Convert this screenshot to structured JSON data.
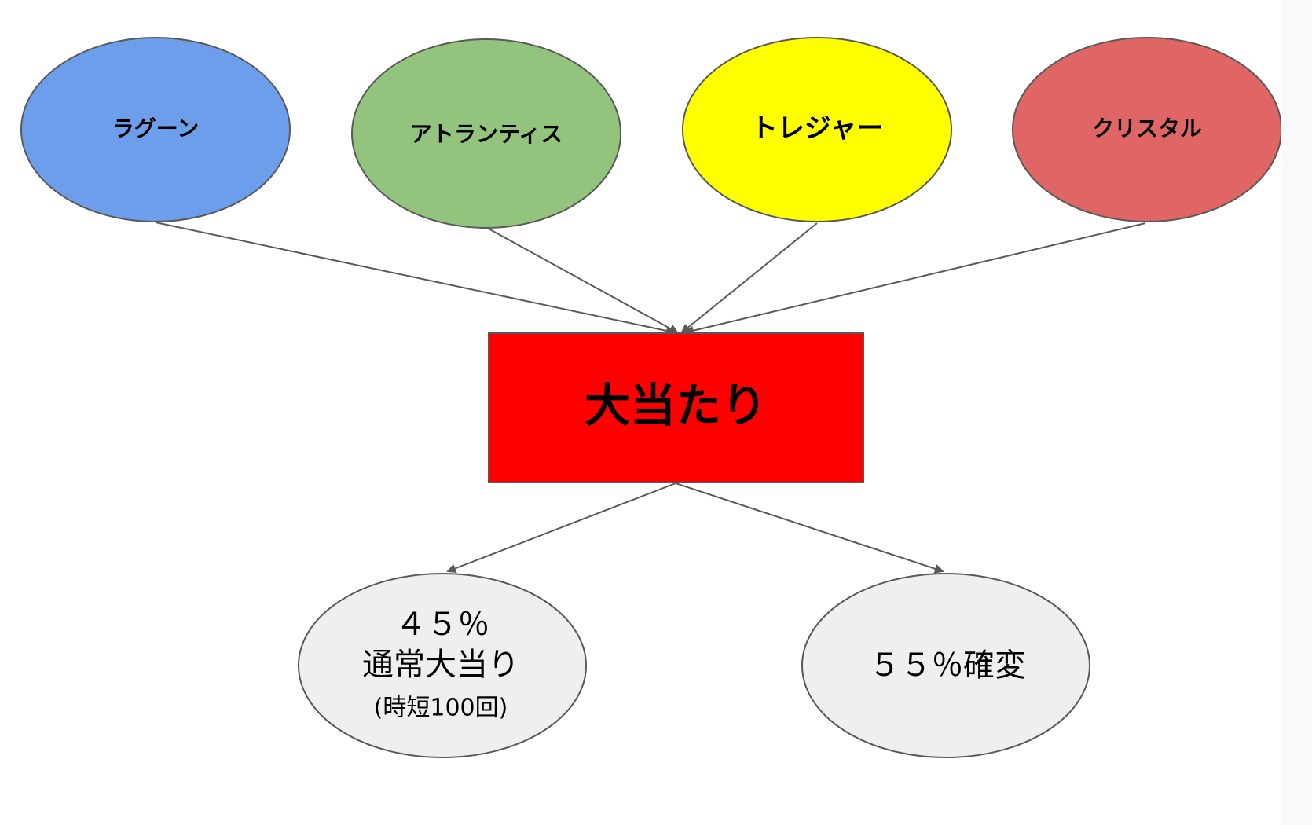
{
  "colors": {
    "blue": "#6d9eeb",
    "green": "#93c47d",
    "yellow": "#ffff00",
    "red_ellipse": "#e06666",
    "red_box": "#ff0000",
    "gray": "#efefef",
    "stroke": "#595959"
  },
  "sources": [
    {
      "label": "ラグーン",
      "color": "#6d9eeb"
    },
    {
      "label": "アトランティス",
      "color": "#93c47d"
    },
    {
      "label": "トレジャー",
      "color": "#ffff00"
    },
    {
      "label": "クリスタル",
      "color": "#e06666"
    }
  ],
  "center": {
    "label": "大当たり",
    "color": "#ff0000"
  },
  "outcomes": [
    {
      "line1": "４５％",
      "line2": "通常大当り",
      "line3": "(時短100回)",
      "color": "#efefef"
    },
    {
      "line1": "５５％確変",
      "color": "#efefef"
    }
  ]
}
